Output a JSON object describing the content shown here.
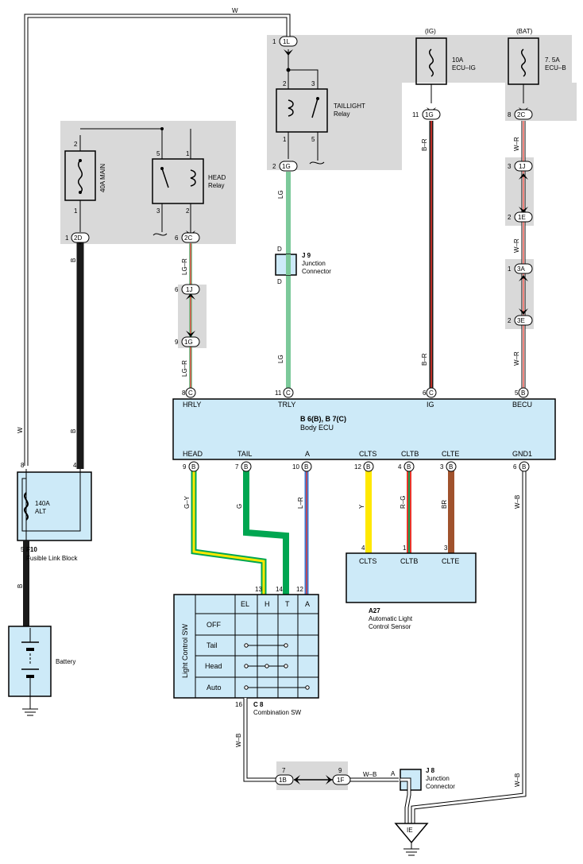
{
  "wire_colors": {
    "W": "#ffffff",
    "B": "#1a1a1a",
    "LG": "#7cc99a",
    "G": "#00a651",
    "Y": "#ffe800",
    "BR": "#a0522d",
    "R": "#e8352b",
    "BL": "#3a7bd5",
    "shade": "#d9d9d9",
    "ecu_fill": "#cdeaf8"
  },
  "wires": {
    "top_w": "W",
    "main_b": "B",
    "head_lgr_1": "LG–R",
    "head_lgr_2": "LG–R",
    "tail_lg_1": "LG",
    "tail_lg_2": "LG",
    "ig_br_1": "B–R",
    "ig_br_2": "B–R",
    "bat_wr_1": "W–R",
    "bat_wr_2": "W–R",
    "bat_wr_3": "W–R",
    "left_w": "W",
    "left_b": "B",
    "batt_b": "B",
    "head_gy": "G–Y",
    "tail_g": "G",
    "a_lr": "L–R",
    "clts_y": "Y",
    "cltb_rg": "R–G",
    "clte_br": "BR",
    "gnd_wb": "W–B",
    "sw_wb": "W–B",
    "j8_wb": "W–B",
    "gnd_wb2": "W–B"
  },
  "supplies": {
    "ig": "(IG)",
    "bat": "(BAT)"
  },
  "fuses": {
    "main": "40A MAIN",
    "ecu_ig_amp": "10A",
    "ecu_ig_name": "ECU–IG",
    "ecu_b_amp": "7. 5A",
    "ecu_b_name": "ECU–B",
    "alt_amp": "140A",
    "alt_name": "ALT"
  },
  "relays": {
    "head_l1": "HEAD",
    "head_l2": "Relay",
    "tail_l1": "TAILLIGHT",
    "tail_l2": "Relay"
  },
  "pins": {
    "p1": "1",
    "p2": "2",
    "p3": "3",
    "p5": "5",
    "p6": "6",
    "p8": "8",
    "p9": "9",
    "p11": "11",
    "p4": "4",
    "p10": "10",
    "p12": "12",
    "p7": "7",
    "p13": "13",
    "p14": "14",
    "p16": "16",
    "pD": "D",
    "pA": "A"
  },
  "connectors": {
    "c1L": "1L",
    "c1G": "1G",
    "c2C": "2C",
    "c2D": "2D",
    "c1J": "1J",
    "c1E": "1E",
    "c3A": "3A",
    "c3E": "3E",
    "cC": "C",
    "cB": "B",
    "c1B": "1B",
    "c1F": "1F",
    "cIE": "IE"
  },
  "ecu": {
    "title": "B 6(B), B 7(C)",
    "name": "Body ECU",
    "t_hrly": "HRLY",
    "t_trly": "TRLY",
    "t_ig": "IG",
    "t_becu": "BECU",
    "t_head": "HEAD",
    "t_tail": "TAIL",
    "t_a": "A",
    "t_clts": "CLTS",
    "t_cltb": "CLTB",
    "t_clte": "CLTE",
    "t_gnd1": "GND1"
  },
  "j9": {
    "code": "J 9",
    "l1": "Junction",
    "l2": "Connector"
  },
  "j8": {
    "code": "J 8",
    "l1": "Junction",
    "l2": "Connector"
  },
  "f10": {
    "code": "F10",
    "name": "Fusible Link Block"
  },
  "battery": "Battery",
  "sensor": {
    "code": "A27",
    "l1": "Automatic Light",
    "l2": "Control Sensor",
    "t_clts": "CLTS",
    "t_cltb": "CLTB",
    "t_clte": "CLTE"
  },
  "switch": {
    "code": "C 8",
    "name": "Combination SW",
    "vertical": "Light Control SW",
    "cols": [
      "EL",
      "H",
      "T",
      "A"
    ],
    "rows": [
      "OFF",
      "Tail",
      "Head",
      "Auto"
    ]
  }
}
